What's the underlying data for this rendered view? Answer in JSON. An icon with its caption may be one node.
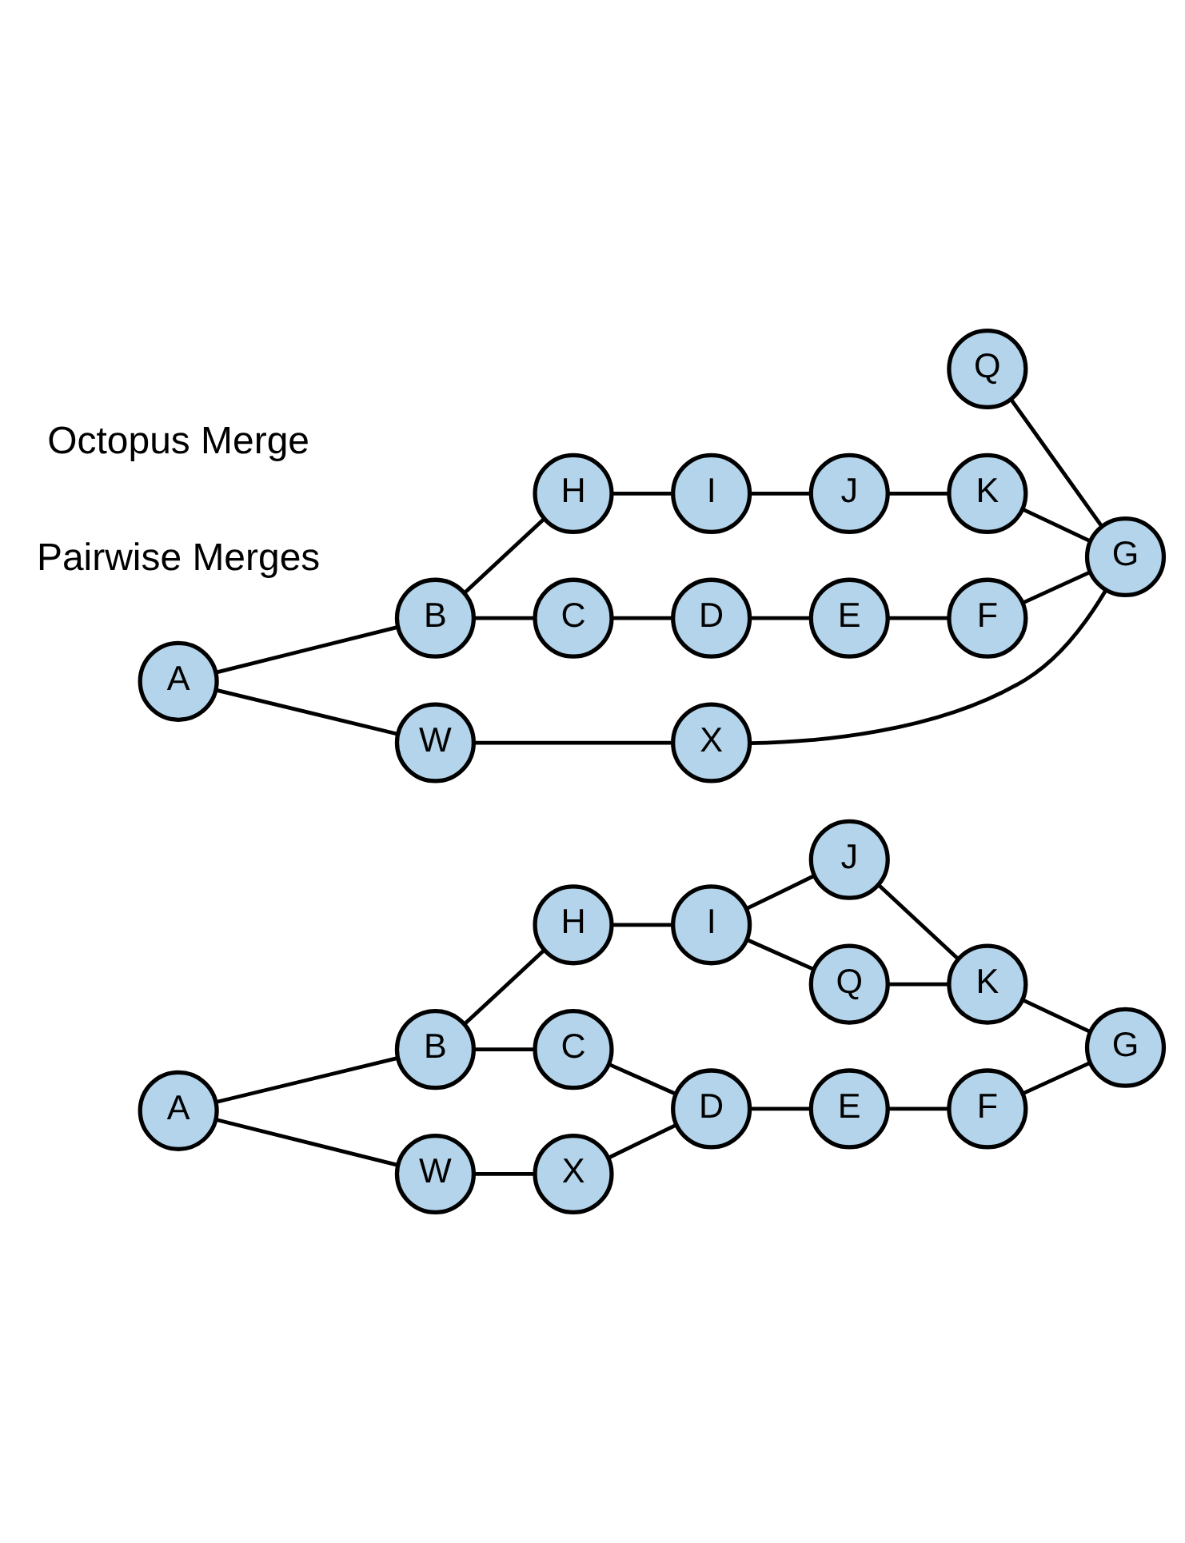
{
  "diagram": {
    "nodes": [
      {
        "text": [
          "H"
        ]
      },
      {
        "text": [
          "I"
        ]
      },
      {
        "text": [
          "J"
        ]
      },
      {
        "text": [
          "K"
        ]
      },
      {
        "text": [
          "Q"
        ]
      },
      {
        "text": [
          "A"
        ]
      },
      {
        "text": [
          "B"
        ]
      },
      {
        "text": [
          "C"
        ]
      },
      {
        "text": [
          "D"
        ]
      },
      {
        "text": [
          "E"
        ]
      },
      {
        "text": [
          "F"
        ]
      },
      {
        "text": [
          "G"
        ]
      },
      {
        "text": [
          "W"
        ]
      },
      {
        "text": [
          "X"
        ]
      },
      {
        "text": [
          "H"
        ]
      },
      {
        "text": [
          "I"
        ]
      },
      {
        "text": [
          "J"
        ]
      },
      {
        "text": [
          "K"
        ]
      },
      {
        "text": [
          "Q"
        ]
      },
      {
        "text": [
          "A"
        ]
      },
      {
        "text": [
          "B"
        ]
      },
      {
        "text": [
          "C"
        ]
      },
      {
        "text": [
          "D"
        ]
      },
      {
        "text": [
          "E"
        ]
      },
      {
        "text": [
          "F"
        ]
      },
      {
        "text": [
          "G"
        ]
      },
      {
        "text": [
          "W"
        ]
      },
      {
        "text": [
          "X"
        ]
      }
    ],
    "edges": [
      {
        "from": 5,
        "to": 6,
        "arrow": "none"
      },
      {
        "from": 6,
        "to": 0,
        "arrow": "none"
      },
      {
        "from": 0,
        "to": 1,
        "arrow": "none"
      },
      {
        "from": 1,
        "to": 2,
        "arrow": "none"
      },
      {
        "from": 2,
        "to": 3,
        "arrow": "none"
      },
      {
        "from": 1,
        "to": 4,
        "arrow": "none"
      },
      {
        "from": 4,
        "to": 3,
        "arrow": "none"
      },
      {
        "from": 3,
        "to": 11,
        "arrow": "none"
      },
      {
        "from": 6,
        "to": 7,
        "arrow": "none"
      },
      {
        "from": 7,
        "to": 8,
        "arrow": "none"
      },
      {
        "from": 8,
        "to": 9,
        "arrow": "none"
      },
      {
        "from": 9,
        "to": 10,
        "arrow": "none"
      },
      {
        "from": 10,
        "to": 11,
        "arrow": "none"
      },
      {
        "from": 5,
        "to": 12,
        "arrow": "none"
      },
      {
        "from": 12,
        "to": 13,
        "arrow": "none"
      },
      {
        "from": 13,
        "to": 8,
        "arrow": "none"
      },
      {
        "from": 19,
        "to": 20,
        "arrow": "none"
      },
      {
        "from": 20,
        "to": 14,
        "arrow": "none"
      },
      {
        "from": 14,
        "to": 15,
        "arrow": "none"
      },
      {
        "from": 15,
        "to": 16,
        "arrow": "none"
      },
      {
        "from": 16,
        "to": 17,
        "arrow": "none"
      },
      {
        "from": 17,
        "to": 25,
        "arrow": "none"
      },
      {
        "from": 18,
        "to": 25,
        "arrow": "none"
      },
      {
        "from": 20,
        "to": 21,
        "arrow": "none"
      },
      {
        "from": 21,
        "to": 22,
        "arrow": "none"
      },
      {
        "from": 22,
        "to": 23,
        "arrow": "none"
      },
      {
        "from": 23,
        "to": 24,
        "arrow": "none"
      },
      {
        "from": 24,
        "to": 25,
        "arrow": "none"
      },
      {
        "from": 19,
        "to": 26,
        "arrow": "none"
      },
      {
        "from": 26,
        "to": 27,
        "arrow": "none"
      },
      {
        "from": 27,
        "to": 25,
        "arrow": "none"
      }
    ],
    "labels": [
      "Pairwise Merges",
      "Octopus Merge"
    ]
  }
}
